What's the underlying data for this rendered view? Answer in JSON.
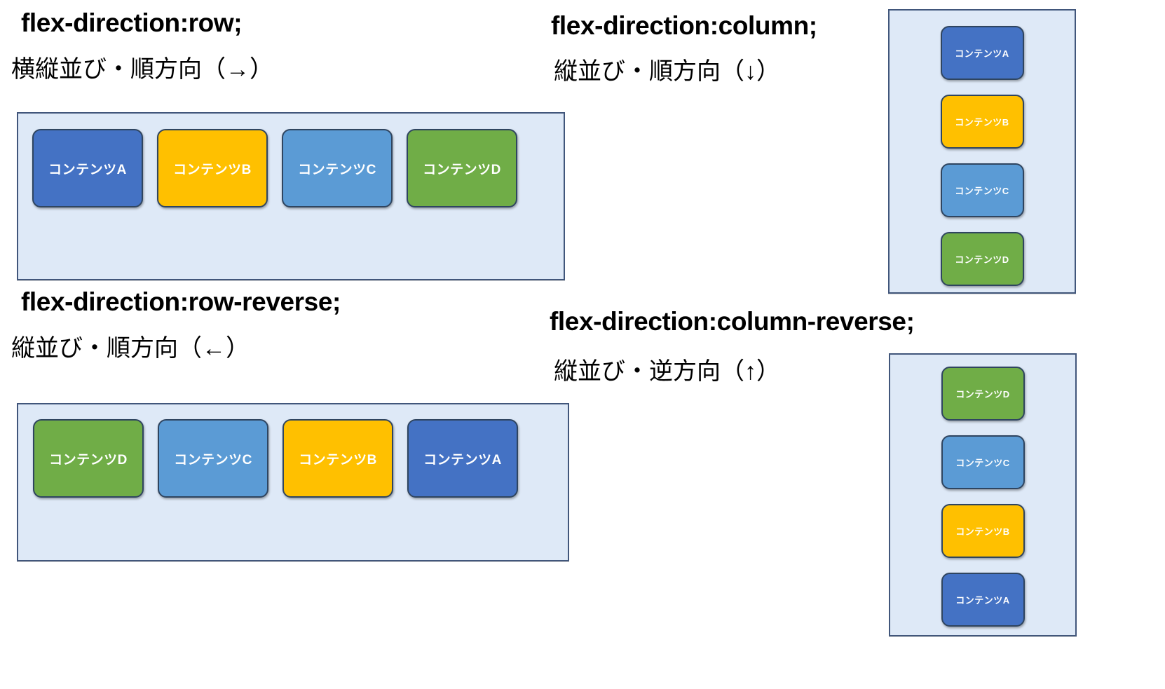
{
  "colors": {
    "stage_bg": "#DEE9F7",
    "stage_border": "#41567B",
    "item_border": "#2F4560",
    "blue": "#4472C4",
    "yellow": "#FFC000",
    "lightblue": "#5B9BD5",
    "green": "#70AD47",
    "text": "#000000",
    "item_text": "#FFFFFF"
  },
  "sections": {
    "row": {
      "heading": "flex-direction:row;",
      "subheading": "横縦並び・順方向（→）",
      "items": [
        {
          "label": "コンテンツA",
          "color": "#4472C4"
        },
        {
          "label": "コンテンツB",
          "color": "#FFC000"
        },
        {
          "label": "コンテンツC",
          "color": "#5B9BD5"
        },
        {
          "label": "コンテンツD",
          "color": "#70AD47"
        }
      ]
    },
    "row_reverse": {
      "heading": "flex-direction:row-reverse;",
      "subheading": "縦並び・順方向（←）",
      "items": [
        {
          "label": "コンテンツD",
          "color": "#70AD47"
        },
        {
          "label": "コンテンツC",
          "color": "#5B9BD5"
        },
        {
          "label": "コンテンツB",
          "color": "#FFC000"
        },
        {
          "label": "コンテンツA",
          "color": "#4472C4"
        }
      ]
    },
    "column": {
      "heading": "flex-direction:column;",
      "subheading": "縦並び・順方向（↓）",
      "items": [
        {
          "label": "コンテンツA",
          "color": "#4472C4"
        },
        {
          "label": "コンテンツB",
          "color": "#FFC000"
        },
        {
          "label": "コンテンツC",
          "color": "#5B9BD5"
        },
        {
          "label": "コンテンツD",
          "color": "#70AD47"
        }
      ]
    },
    "column_reverse": {
      "heading": "flex-direction:column-reverse;",
      "subheading": "縦並び・逆方向（↑）",
      "items": [
        {
          "label": "コンテンツD",
          "color": "#70AD47"
        },
        {
          "label": "コンテンツC",
          "color": "#5B9BD5"
        },
        {
          "label": "コンテンツB",
          "color": "#FFC000"
        },
        {
          "label": "コンテンツA",
          "color": "#4472C4"
        }
      ]
    }
  }
}
